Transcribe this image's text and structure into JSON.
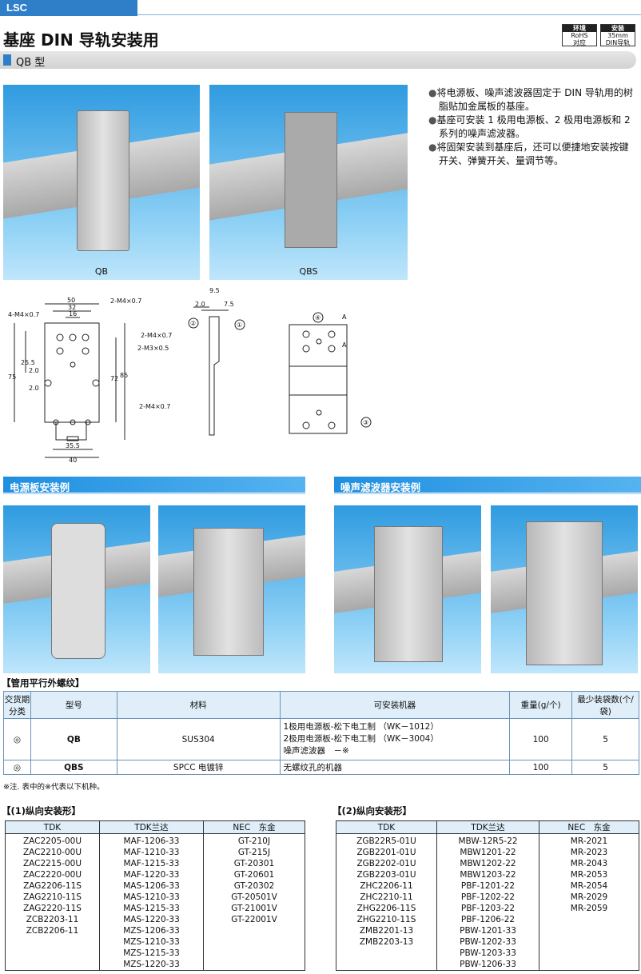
{
  "header": {
    "tag": "LSC",
    "title": "基座 DIN 导轨安装用",
    "subtitle": "QB 型",
    "badges": [
      {
        "head": "环境",
        "l1": "RoHS",
        "l2": "对应"
      },
      {
        "head": "安装",
        "l1": "35mm",
        "l2": "DIN导轨"
      }
    ]
  },
  "photos": {
    "qb": "QB",
    "qbs": "QBS"
  },
  "bullets": [
    "将电源板、噪声滤波器固定于 DIN 导轨用的树脂贴加金属板的基座。",
    "基座可安装 1 极用电源板、2 极用电源板和 2 系列的噪声滤波器。",
    "将固架安装到基座后，还可以便捷地安装按键开关、弹簧开关、量调节等。"
  ],
  "drawing": {
    "d50": "50",
    "d32": "32",
    "d16": "16",
    "d4m47": "4-M4×0.7",
    "d2m47a": "2-M4×0.7",
    "d2m47b": "2-M4×0.7",
    "d2m35": "2-M3×0.5",
    "d2m47c": "2-M4×0.7",
    "d75": "75",
    "d255": "25.5",
    "d20a": "2.0",
    "d20b": "2.0",
    "d72": "72",
    "d85": "85",
    "d355": "35.5",
    "d40": "40",
    "s95": "9.5",
    "s20": "2.0",
    "s75": "7.5",
    "c1": "①",
    "c2": "②",
    "c3": "③",
    "c4": "④",
    "a1": "A",
    "a2": "A"
  },
  "sections": {
    "power": "电源板安装例",
    "noise": "噪声滤波器安装例"
  },
  "spec": {
    "heading": "【管用平行外螺纹】",
    "headers": [
      "交货期分类",
      "型号",
      "材料",
      "可安装机器",
      "重量(g/个)",
      "最少装袋数(个/袋)"
    ],
    "rows": [
      {
        "mark": "◎",
        "model": "QB",
        "material": "SUS304",
        "dev": [
          "1极用电源板-松下电工制 （WK－1012）",
          "2极用电源板-松下电工制 （WK－3004）",
          "噪声滤波器　－※"
        ],
        "weight": "100",
        "min": "5"
      },
      {
        "mark": "◎",
        "model": "QBS",
        "material": "SPCC 电镀锌",
        "dev": [
          "无螺纹孔的机器"
        ],
        "weight": "100",
        "min": "5"
      }
    ],
    "note": "※注. 表中的※代表以下机种。"
  },
  "list1": {
    "heading": "【(1)纵向安装形】",
    "cols": [
      "TDK",
      "TDK兰达",
      "NEC　东金"
    ],
    "c1": [
      "ZAC2205-00U",
      "ZAC2210-00U",
      "ZAC2215-00U",
      "ZAC2220-00U",
      "ZAG2206-11S",
      "ZAG2210-11S",
      "ZAG2220-11S",
      "ZCB2203-11",
      "ZCB2206-11"
    ],
    "c2": [
      "MAF-1206-33",
      "MAF-1210-33",
      "MAF-1215-33",
      "MAF-1220-33",
      "MAS-1206-33",
      "MAS-1210-33",
      "MAS-1215-33",
      "MAS-1220-33",
      "MZS-1206-33",
      "MZS-1210-33",
      "MZS-1215-33",
      "MZS-1220-33"
    ],
    "c3": [
      "GT-210J",
      "GT-215J",
      "GT-20301",
      "GT-20601",
      "GT-20302",
      "GT-20501V",
      "GT-21001V",
      "GT-22001V"
    ]
  },
  "list2": {
    "heading": "【(2)纵向安装形】",
    "cols": [
      "TDK",
      "TDK兰达",
      "NEC　东金"
    ],
    "c1": [
      "ZGB22R5-01U",
      "ZGB2201-01U",
      "ZGB2202-01U",
      "ZGB2203-01U",
      "ZHC2206-11",
      "ZHC2210-11",
      "ZHG2206-11S",
      "ZHG2210-11S",
      "ZMB2201-13",
      "ZMB2203-13"
    ],
    "c2": [
      "MBW-12R5-22",
      "MBW1201-22",
      "MBW1202-22",
      "MBW1203-22",
      "PBF-1201-22",
      "PBF-1202-22",
      "PBF-1203-22",
      "PBF-1206-22",
      "PBW-1201-33",
      "PBW-1202-33",
      "PBW-1203-33",
      "PBW-1206-33"
    ],
    "c3": [
      "MR-2021",
      "MR-2023",
      "MR-2043",
      "MR-2053",
      "MR-2054",
      "MR-2029",
      "MR-2059"
    ]
  }
}
